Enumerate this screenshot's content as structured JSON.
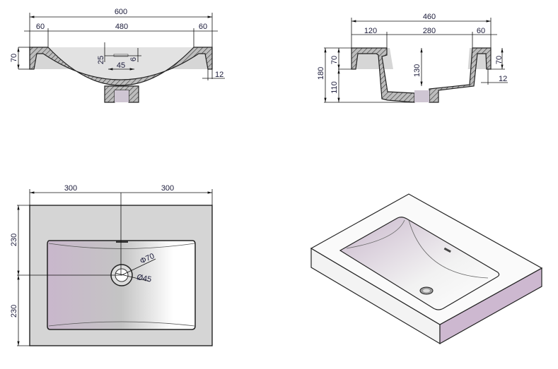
{
  "front_section": {
    "overall_width": "600",
    "left_rim": "60",
    "bowl_width": "480",
    "right_rim": "60",
    "rim_height": "70",
    "wall_thickness": "12",
    "overflow_height": "25",
    "overflow_width": "45",
    "overflow_depth": "6"
  },
  "side_section": {
    "overall_depth": "460",
    "back_rim": "120",
    "bowl_depth": "280",
    "front_rim": "60",
    "total_height": "180",
    "rim_height_left": "70",
    "lower_height": "110",
    "bowl_height": "130",
    "rim_height_right": "70",
    "wall_thickness": "12"
  },
  "plan_view": {
    "half_width_left": "300",
    "half_width_right": "300",
    "half_depth_top": "230",
    "half_depth_bottom": "230",
    "drain_outer": "Φ70",
    "drain_inner": "Ø45"
  },
  "colors": {
    "hatch_fill": "#cfcfcf",
    "basin_tint": "#c8b8cc",
    "side_face": "#cdb8d0"
  }
}
